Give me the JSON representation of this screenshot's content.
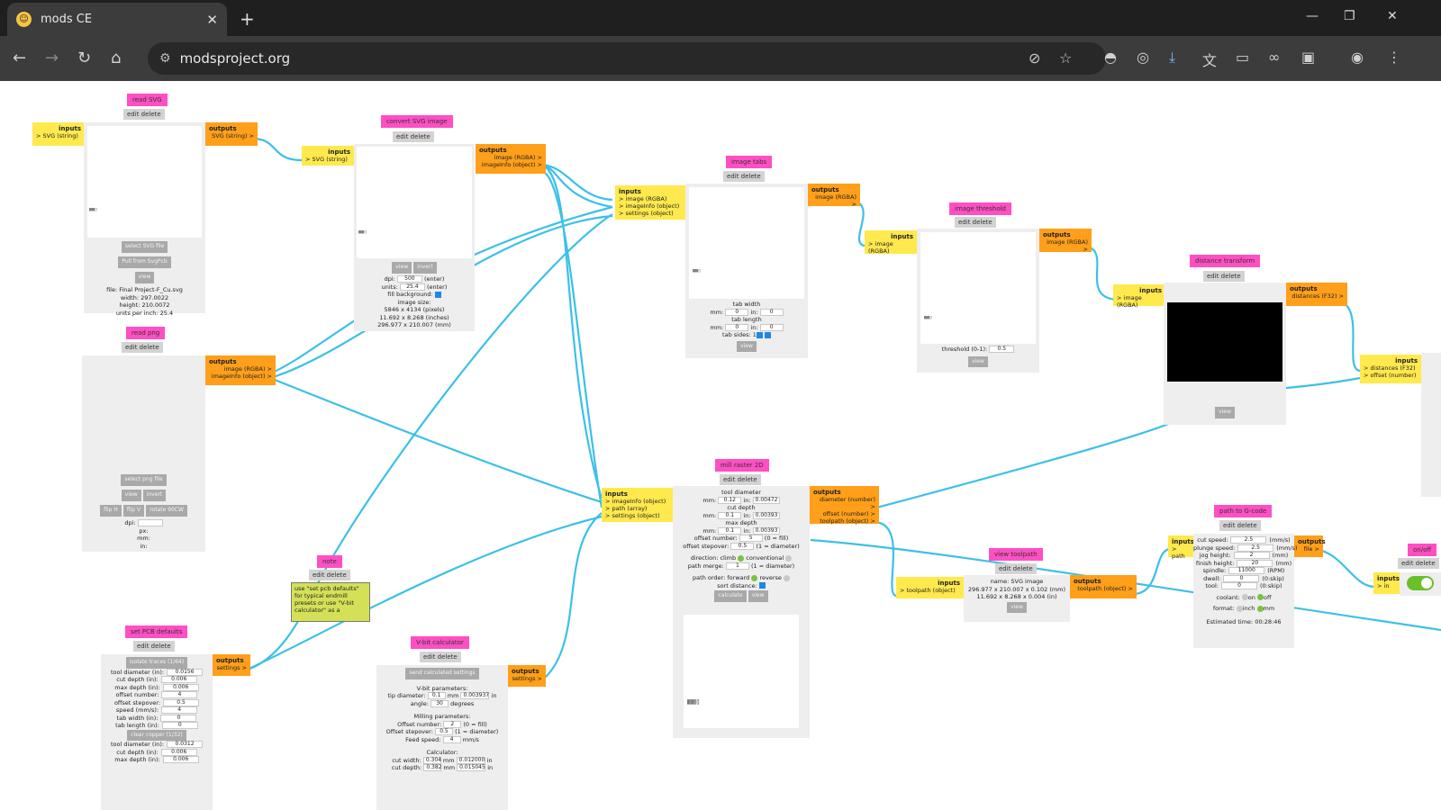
{
  "browser": {
    "tab_title": "mods CE",
    "tab_close": "✕",
    "new_tab": "+",
    "url": "modsproject.org",
    "window": {
      "minimize": "—",
      "restore": "❐",
      "close": "✕"
    }
  },
  "modules": {
    "read_svg": {
      "title": "read SVG",
      "edit": "edit delete",
      "inputs_label": "inputs",
      "input_1": "> SVG (string)",
      "outputs_label": "outputs",
      "output_1": "SVG (string) >",
      "btn_select": "select SVG file",
      "btn_pull": "Pull from SvgPcb",
      "btn_view": "view",
      "info": [
        "file: Final Project-F_Cu.svg",
        "width: 297.0022",
        "height: 210.0072",
        "units per inch: 25.4"
      ]
    },
    "convert_svg": {
      "title": "convert SVG image",
      "edit": "edit delete",
      "inputs_label": "inputs",
      "input_1": "> SVG (string)",
      "outputs_label": "outputs",
      "output_1": "image (RGBA) >",
      "output_2": "imageInfo (object) >",
      "btn_view": "view",
      "btn_invert": "invert",
      "dpi_label": "dpi:",
      "dpi": "500",
      "dpi_hint": "(enter)",
      "units_label": "units:",
      "units": "25.4",
      "units_hint": "(enter)",
      "fill": "fill background:",
      "size_label": "image size:",
      "size_px": "5846 x 4134 (pixels)",
      "size_in": "11.692 x 8.268 (inches)",
      "size_mm": "296.977 x 210.007 (mm)"
    },
    "read_png": {
      "title": "read png",
      "edit": "edit delete",
      "outputs_label": "outputs",
      "output_1": "image (RGBA) >",
      "output_2": "imageInfo (object) >",
      "btn_select": "select png file",
      "btn_view": "view",
      "btn_invert": "invert",
      "btn_fliph": "flip H",
      "btn_flipv": "flip V",
      "btn_rotate": "rotate 90CW",
      "dpi_label": "dpi:",
      "px_label": "px:",
      "mm_label": "mm:",
      "in_label": "in:"
    },
    "image_tabs": {
      "title": "image tabs",
      "edit": "edit delete",
      "inputs_label": "inputs",
      "input_1": "> image (RGBA)",
      "input_2": "> imageInfo (object)",
      "input_3": "> settings (object)",
      "outputs_label": "outputs",
      "output_1": "image (RGBA) >",
      "tab_width": "tab width",
      "tab_length": "tab length",
      "mm": "mm:",
      "in": "in:",
      "mm_w": "0",
      "in_w": "0",
      "mm_l": "0",
      "in_l": "0",
      "tab_sides": "tab sides:",
      "tab_sides_val": "1",
      "btn_view": "view"
    },
    "image_threshold": {
      "title": "image threshold",
      "edit": "edit delete",
      "inputs_label": "inputs",
      "input_1": "> image (RGBA)",
      "outputs_label": "outputs",
      "output_1": "image (RGBA) >",
      "threshold_label": "threshold (0-1):",
      "threshold": "0.5",
      "btn_view": "view"
    },
    "distance_transform": {
      "title": "distance transform",
      "edit": "edit delete",
      "inputs_label": "inputs",
      "input_1": "> image (RGBA)",
      "outputs_label": "outputs",
      "output_1": "distances (F32) >",
      "btn_view": "view"
    },
    "offset_partial": {
      "inputs_label": "inputs",
      "input_1": "> distances (F32)",
      "input_2": "> offset (number)"
    },
    "mill_raster": {
      "title": "mill raster 2D",
      "edit": "edit delete",
      "inputs_label": "inputs",
      "input_1": "> imageInfo (object)",
      "input_2": "> path (array)",
      "input_3": "> settings (object)",
      "outputs_label": "outputs",
      "output_1": "diameter (number) >",
      "output_2": "offset (number) >",
      "output_3": "toolpath (object) >",
      "tool_diameter": "tool diameter",
      "td_mm": "0.12",
      "td_in": "0.00472",
      "cut_depth": "cut depth",
      "cd_mm": "0.1",
      "cd_in": "0.00393",
      "max_depth": "max depth",
      "md_mm": "0.1",
      "md_in": "0.00393",
      "mm": "mm:",
      "in": "in:",
      "offset_number_label": "offset number:",
      "offset_number": "5",
      "offset_number_hint": "(0 = fill)",
      "offset_stepover_label": "offset stepover:",
      "offset_stepover": "0.5",
      "offset_stepover_hint": "(1 = diameter)",
      "direction_label": "direction:",
      "climb": "climb",
      "conventional": "conventional",
      "path_merge_label": "path merge:",
      "path_merge": "1",
      "path_merge_hint": "(1 = diameter)",
      "path_order_label": "path order:",
      "forward": "forward",
      "reverse": "reverse",
      "sort_distance": "sort distance:",
      "btn_calculate": "calculate",
      "btn_view": "view"
    },
    "note": {
      "title": "note",
      "edit": "edit delete",
      "text": "use \"set pcb defaults\" for typical endmill presets or use \"V-bit calculator\" as a"
    },
    "set_pcb_defaults": {
      "title": "set PCB defaults",
      "edit": "edit delete",
      "outputs_label": "outputs",
      "output_1": "settings >",
      "btn_isolate": "isolate traces (1/64)",
      "rows1": [
        {
          "label": "tool diameter (in):",
          "value": "0.0156"
        },
        {
          "label": "cut depth (in):",
          "value": "0.006"
        },
        {
          "label": "max depth (in):",
          "value": "0.006"
        },
        {
          "label": "offset number:",
          "value": "4"
        },
        {
          "label": "offset stepover:",
          "value": "0.5"
        },
        {
          "label": "speed (mm/s):",
          "value": "4"
        },
        {
          "label": "tab width (in):",
          "value": "0"
        },
        {
          "label": "tab length (in):",
          "value": "0"
        }
      ],
      "btn_clear": "clear copper (1/32)",
      "rows2": [
        {
          "label": "tool diameter (in):",
          "value": "0.0312"
        },
        {
          "label": "cut depth (in):",
          "value": "0.006"
        },
        {
          "label": "max depth (in):",
          "value": "0.006"
        }
      ]
    },
    "vbit": {
      "title": "V-bit calculator",
      "edit": "edit delete",
      "outputs_label": "outputs",
      "output_1": "settings >",
      "btn_send": "send calculated settings",
      "vbit_params": "V-bit parameters:",
      "tip_label": "tip diameter:",
      "tip": "0.1",
      "tip_mm": "mm",
      "tip_in": "0.003937",
      "tip_unit": "in",
      "angle_label": "angle:",
      "angle": "30",
      "angle_unit": "degrees",
      "milling_params": "Milling parameters:",
      "offnum_label": "Offset number:",
      "offnum": "2",
      "offnum_hint": "(0 = fill)",
      "offstep_label": "Offset stepover:",
      "offstep": "0.5",
      "offstep_hint": "(1 = diameter)",
      "feed_label": "Feed speed:",
      "feed": "4",
      "feed_unit": "mm/s",
      "calculator": "Calculator:",
      "cutw_label": "cut width:",
      "cutw": "0.304",
      "cutw_mm": "mm",
      "cutw_in": "0.012000",
      "cutw_unit": "in",
      "cutd_label": "cut depth:",
      "cutd": "0.382",
      "cutd_mm": "mm",
      "cutd_in": "0.015045",
      "cutd_unit": "in"
    },
    "view_toolpath": {
      "title": "view toolpath",
      "edit": "edit delete",
      "inputs_label": "inputs",
      "input_1": "> toolpath (object)",
      "outputs_label": "outputs",
      "output_1": "toolpath (object) >",
      "name": "name: SVG image",
      "dims": "296.977 x 210.007 x 0.102 (mm)",
      "dims_in": "11.692 x 8.268 x 0.004 (in)",
      "btn_view": "view"
    },
    "path_gcode": {
      "title": "path to G-code",
      "edit": "edit delete",
      "inputs_label": "inputs",
      "input_1": "> path",
      "outputs_label": "outputs",
      "output_1": "file >",
      "rows": [
        {
          "label": "cut speed:",
          "value": "2.5",
          "unit": "(mm/s)"
        },
        {
          "label": "plunge speed:",
          "value": "2.5",
          "unit": "(mm/s)"
        },
        {
          "label": "jog height:",
          "value": "2",
          "unit": "(mm)"
        },
        {
          "label": "finish height:",
          "value": "20",
          "unit": "(mm)"
        },
        {
          "label": "spindle:",
          "value": "11000",
          "unit": "(RPM)"
        },
        {
          "label": "dwell:",
          "value": "0",
          "unit": "(0:skip)"
        },
        {
          "label": "tool:",
          "value": "0",
          "unit": "(0:skip)"
        }
      ],
      "coolant_label": "coolant:",
      "on": "on",
      "off": "off",
      "format_label": "format:",
      "inch": "inch",
      "mm": "mm",
      "estimated": "Estimated time: 00:28:46"
    },
    "onoff": {
      "title": "on/off",
      "edit": "edit delete",
      "inputs_label": "inputs",
      "input_1": "> in"
    }
  },
  "colors": {
    "title": "#ff4fc4",
    "inputs": "#ffe94d",
    "outputs": "#ff9f1a",
    "wire": "#3cc0e8",
    "module_bg": "#eeeeee"
  }
}
